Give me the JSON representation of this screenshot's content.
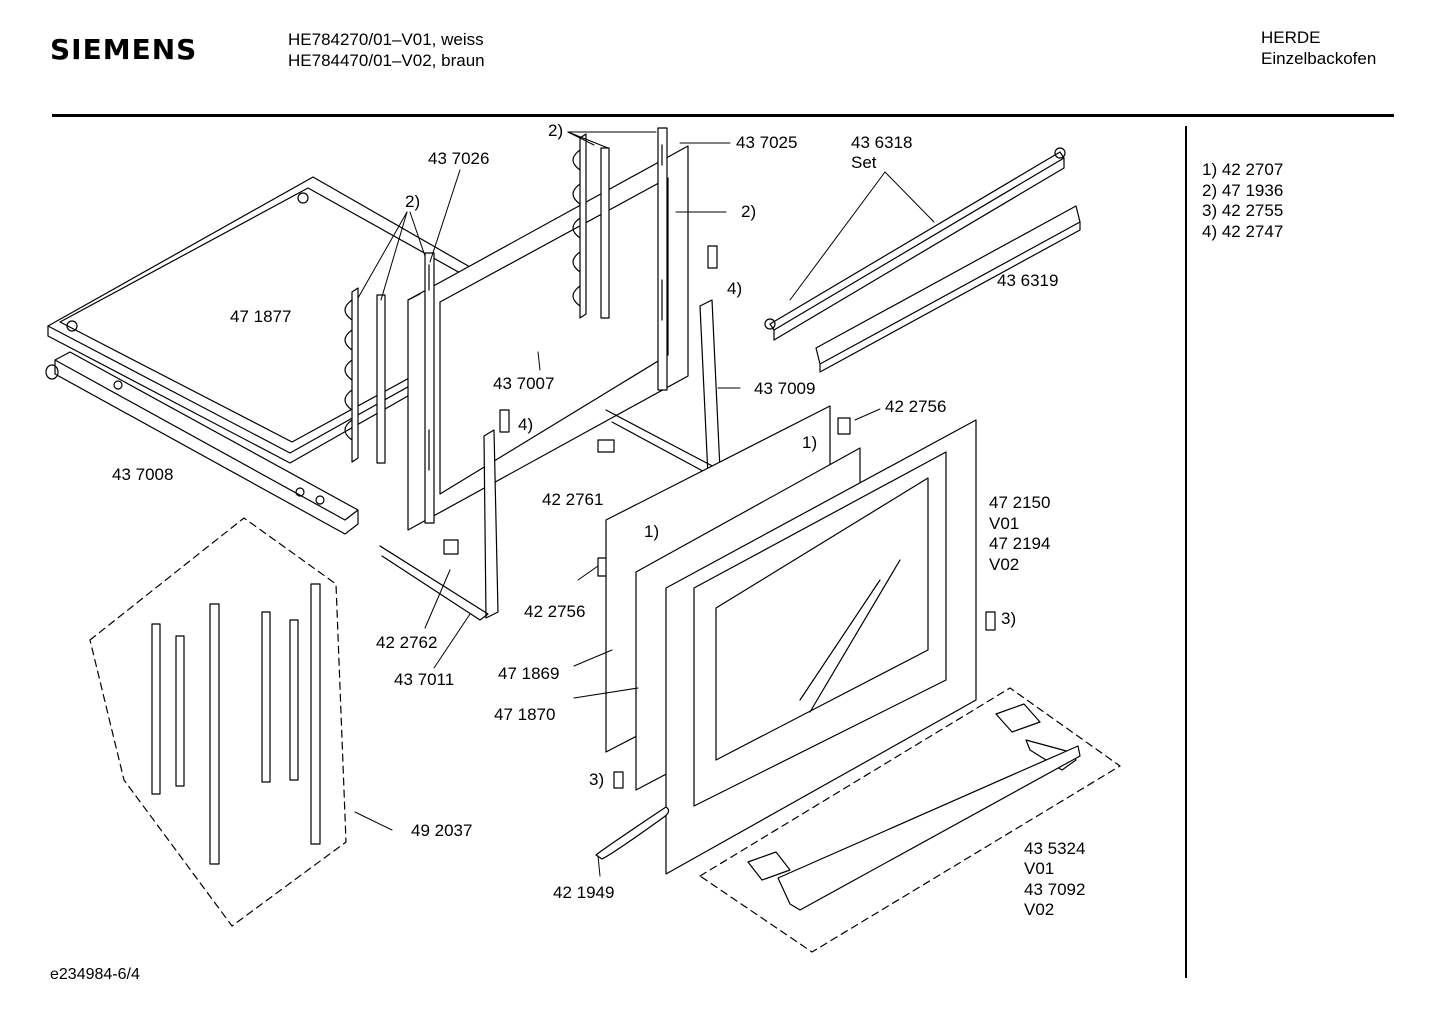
{
  "header": {
    "brand": "SIEMENS",
    "model_lines": [
      "HE784270/01–V01, weiss",
      "HE784470/01–V02, braun"
    ],
    "category_lines": [
      "HERDE",
      "Einzelbackofen"
    ]
  },
  "legend": [
    "1) 42 2707",
    "2) 47 1936",
    "3) 42 2755",
    "4) 42 2747"
  ],
  "footer": {
    "drawing_id": "e234984-6/4"
  },
  "parts": {
    "p471877": "47 1877",
    "p437026": "43 7026",
    "p437025": "43 7025",
    "p436318": "43 6318",
    "p436318_set": "Set",
    "p436319": "43 6319",
    "p437007": "43 7007",
    "p437009": "43 7009",
    "p437008": "43 7008",
    "p422756a": "42 2756",
    "p422761": "42 2761",
    "p422756b": "42 2756",
    "p472150": "47 2150",
    "v01a": "V01",
    "p472194": "47 2194",
    "v02a": "V02",
    "p422762": "42 2762",
    "p437011": "43 7011",
    "p471869": "47 1869",
    "p471870": "47 1870",
    "p492037": "49 2037",
    "p421949": "42 1949",
    "p435324": "43 5324",
    "v01b": "V01",
    "p437092": "43 7092",
    "v02b": "V02"
  },
  "callouts": {
    "c2_top": "2)",
    "c2_left": "2)",
    "c2_right": "2)",
    "c4_upper": "4)",
    "c4_lower": "4)",
    "c1_upper": "1)",
    "c1_lower": "1)",
    "c3_right": "3)",
    "c3_lower": "3)"
  }
}
